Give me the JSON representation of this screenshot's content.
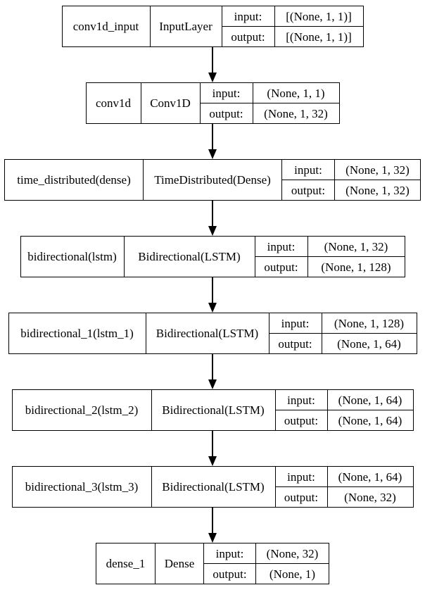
{
  "diagram": {
    "kind": "keras-model-architecture",
    "background_color": "#ffffff",
    "border_color": "#000000",
    "text_color": "#000000",
    "io_labels": {
      "input": "input:",
      "output": "output:"
    },
    "nodes": [
      {
        "name": "conv1d_input",
        "type": "InputLayer",
        "input_shape": "[(None, 1, 1)]",
        "output_shape": "[(None, 1, 1)]"
      },
      {
        "name": "conv1d",
        "type": "Conv1D",
        "input_shape": "(None, 1, 1)",
        "output_shape": "(None, 1, 32)"
      },
      {
        "name": "time_distributed(dense)",
        "type": "TimeDistributed(Dense)",
        "input_shape": "(None, 1, 32)",
        "output_shape": "(None, 1, 32)"
      },
      {
        "name": "bidirectional(lstm)",
        "type": "Bidirectional(LSTM)",
        "input_shape": "(None, 1, 32)",
        "output_shape": "(None, 1, 128)"
      },
      {
        "name": "bidirectional_1(lstm_1)",
        "type": "Bidirectional(LSTM)",
        "input_shape": "(None, 1, 128)",
        "output_shape": "(None, 1, 64)"
      },
      {
        "name": "bidirectional_2(lstm_2)",
        "type": "Bidirectional(LSTM)",
        "input_shape": "(None, 1, 64)",
        "output_shape": "(None, 1, 64)"
      },
      {
        "name": "bidirectional_3(lstm_3)",
        "type": "Bidirectional(LSTM)",
        "input_shape": "(None, 1, 64)",
        "output_shape": "(None, 32)"
      },
      {
        "name": "dense_1",
        "type": "Dense",
        "input_shape": "(None, 32)",
        "output_shape": "(None, 1)"
      }
    ]
  }
}
